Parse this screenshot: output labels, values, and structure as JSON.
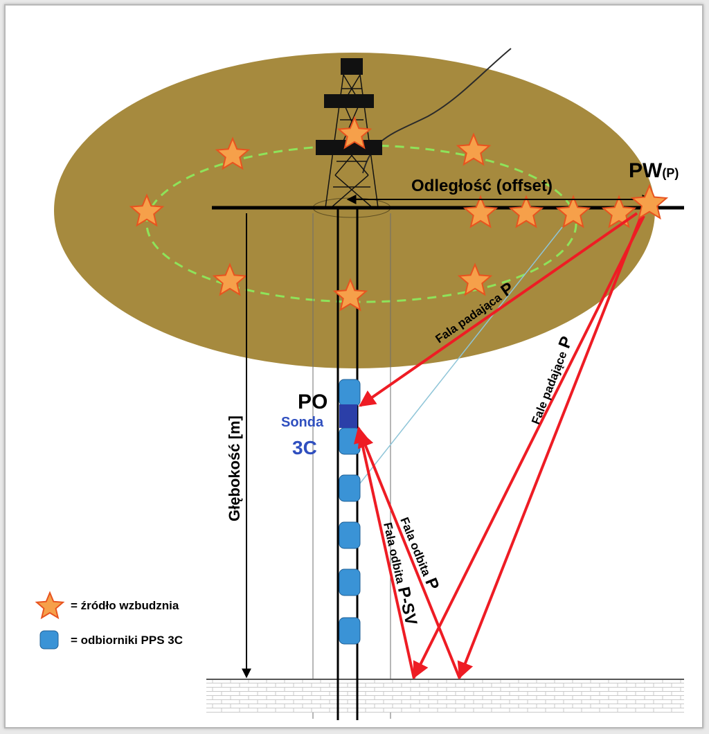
{
  "labels": {
    "source_point": "PW",
    "source_point_sub": "(P)",
    "offset": "Odległość (offset)",
    "depth": "Głębokość [m]",
    "receiver_point": "PO",
    "probe": "Sonda",
    "probe_type": "3C",
    "incident_wave_direct": "Fala padająca",
    "incident_wave_direct_suffix": "P",
    "incident_waves": "Fale padające",
    "incident_waves_suffix": "P",
    "reflected_p": "Fala odbita",
    "reflected_p_suffix": "P",
    "reflected_psv": "Fala odbita",
    "reflected_psv_suffix": "P-SV"
  },
  "legend": {
    "source_text": "= źródło wzbudznia",
    "receiver_text": "= odbiorniki PPS 3C"
  },
  "colors": {
    "ground": "#a68a3e",
    "dashed_ring": "#8ee35a",
    "star_fill": "#f6a04a",
    "star_stroke": "#e8531f",
    "receiver": "#3a93d6",
    "probe": "#2b3fa8",
    "probe_text": "#2f4fbf",
    "ray": "#ee1c24"
  },
  "icons": {
    "source": "star-icon",
    "receiver": "rounded-square-icon"
  }
}
